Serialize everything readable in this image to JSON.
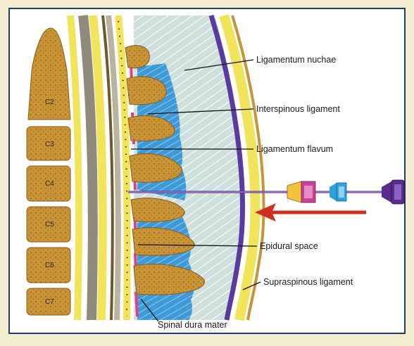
{
  "vertebrae": [
    {
      "label": "C2"
    },
    {
      "label": "C3"
    },
    {
      "label": "C4"
    },
    {
      "label": "C5"
    },
    {
      "label": "C6"
    },
    {
      "label": "C7"
    }
  ],
  "labels": {
    "ligamentum_nuchae": "Ligamentum nuchae",
    "interspinous": "Interspinous ligament",
    "ligamentum_flavum": "Ligamentum flavum",
    "epidural_space": "Epidural space",
    "supraspinous": "Supraspinous ligament",
    "spinal_dura_mater": "Spinal dura mater"
  },
  "colors": {
    "frame": "#f3ecd0",
    "border": "#1f3a6b",
    "bone": "#c99436",
    "bone_dots": "#8f5f1c",
    "cord_yellow": "#f2e45a",
    "dura_gray": "#8f8a7c",
    "interspinous_blue": "#3d9ad6",
    "nuchae": "#cfe0dc",
    "flavum_pink": "#d9428c",
    "skin_purple": "#5b3aa0",
    "arrow_red": "#d0301f",
    "needle_magenta": "#c8409a",
    "needle_cyan": "#2fa2dc",
    "needle_purple": "#5a2a8c"
  },
  "icons": {
    "needle": "epidural-needle-icon",
    "arrow": "insertion-direction-arrow-icon"
  }
}
